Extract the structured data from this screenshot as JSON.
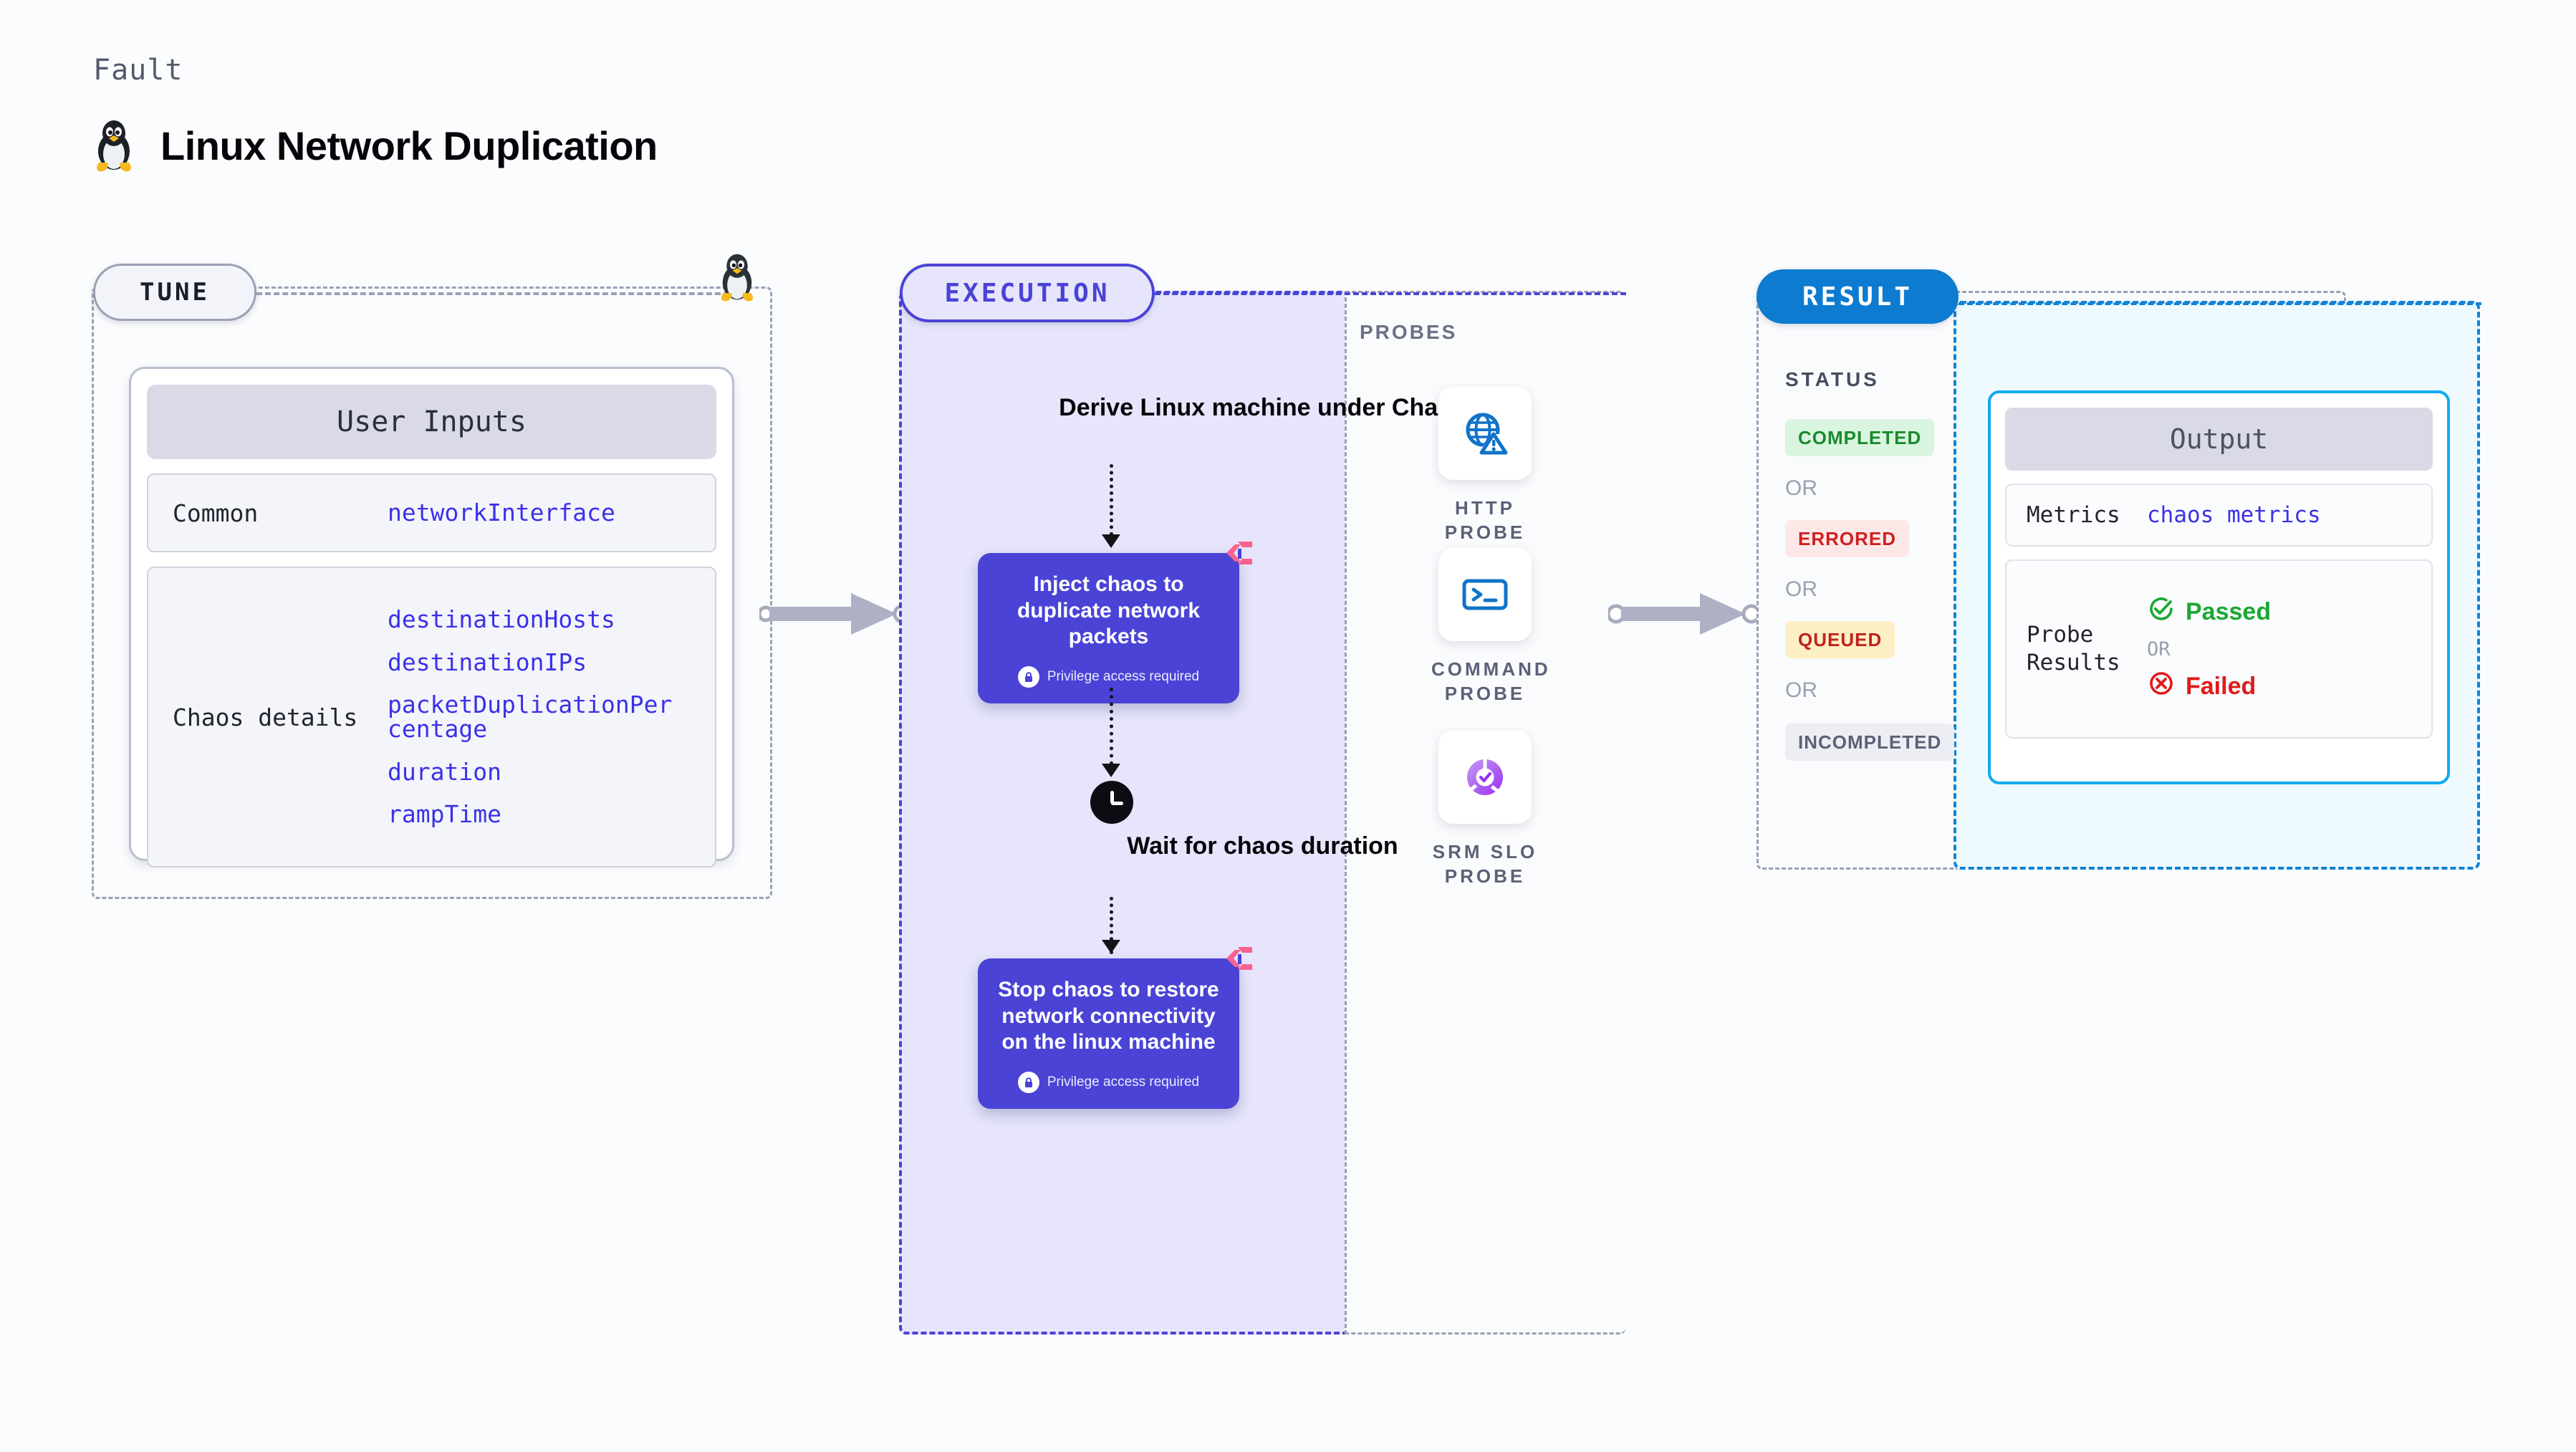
{
  "header": {
    "kicker": "Fault",
    "title": "Linux Network Duplication",
    "icon": "linux-tux-icon"
  },
  "tune": {
    "pill_label": "TUNE",
    "card_title": "User Inputs",
    "rows": [
      {
        "key": "Common",
        "values": [
          "networkInterface"
        ]
      },
      {
        "key": "Chaos details",
        "values": [
          "destinationHosts",
          "destinationIPs",
          "packetDuplicationPercentage",
          "duration",
          "rampTime"
        ]
      }
    ]
  },
  "execution": {
    "pill_label": "EXECUTION",
    "derive_step": "Derive Linux machine under Chaos",
    "wait_step": "Wait for chaos duration",
    "wait_icon": "clock-icon",
    "nodes": [
      {
        "title": "Inject chaos to duplicate network packets",
        "privilege": "Privilege access required",
        "badge": "harness-chaos-mark"
      },
      {
        "title": "Stop chaos to restore network connectivity on the linux machine",
        "privilege": "Privilege access required",
        "badge": "harness-chaos-mark"
      }
    ]
  },
  "probes": {
    "section_label": "PROBES",
    "items": [
      {
        "label": "HTTP PROBE",
        "icon": "globe-warning-icon"
      },
      {
        "label": "COMMAND PROBE",
        "icon": "terminal-icon"
      },
      {
        "label": "SRM SLO PROBE",
        "icon": "slo-donut-check-icon"
      }
    ]
  },
  "result": {
    "pill_label": "RESULT",
    "status_label": "STATUS",
    "or_label": "OR",
    "statuses": [
      {
        "label": "COMPLETED",
        "color": "#1a8a2e",
        "bg": "#d9f5df"
      },
      {
        "label": "ERRORED",
        "color": "#cf2020",
        "bg": "#fde8e8"
      },
      {
        "label": "QUEUED",
        "color": "#c02121",
        "bg": "#fdefc4"
      },
      {
        "label": "INCOMPLETED",
        "color": "#5c6178",
        "bg": "#eceef4"
      }
    ],
    "output": {
      "card_title": "Output",
      "metrics_key": "Metrics",
      "metrics_value": "chaos metrics",
      "probe_key": "Probe Results",
      "probe_pass": "Passed",
      "probe_fail": "Failed",
      "or_label": "OR",
      "pass_icon": "check-circle-icon",
      "fail_icon": "x-circle-icon"
    }
  },
  "colors": {
    "execution_accent": "#4a43d6",
    "result_accent": "#0c7bd0",
    "output_accent": "#12aaf0",
    "param_text": "#3b31e8",
    "harness_pink": "#f9628f"
  }
}
